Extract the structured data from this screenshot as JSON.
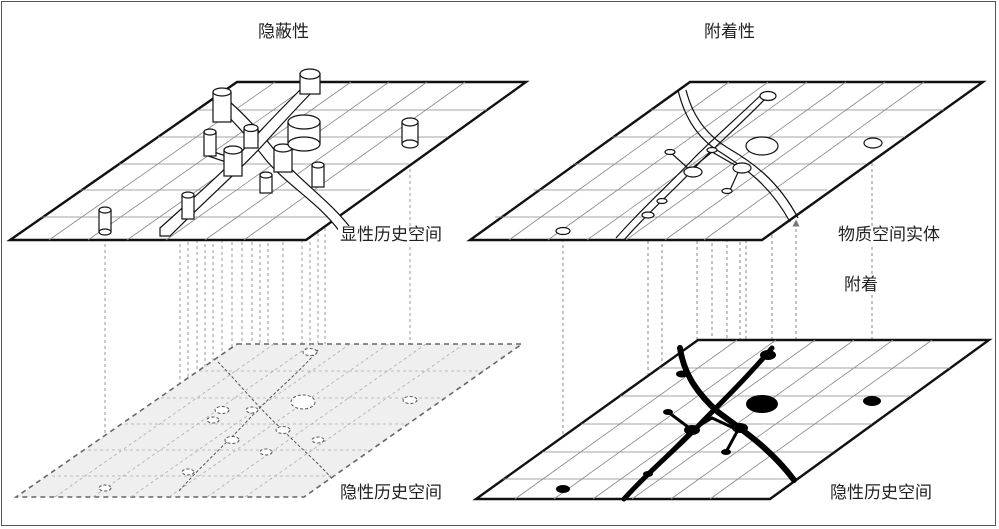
{
  "left_panel": {
    "title": "隐蔽性",
    "top_plane_label": "显性历史空间",
    "bottom_plane_label": "隐性历史空间"
  },
  "right_panel": {
    "title": "附着性",
    "entity_label": "物质空间实体",
    "attach_label": "附着",
    "bottom_plane_label": "隐性历史空间"
  },
  "colors": {
    "line": "#111111",
    "grid": "#777777",
    "dashed": "#888888",
    "shaded_plane": "#efefef"
  }
}
